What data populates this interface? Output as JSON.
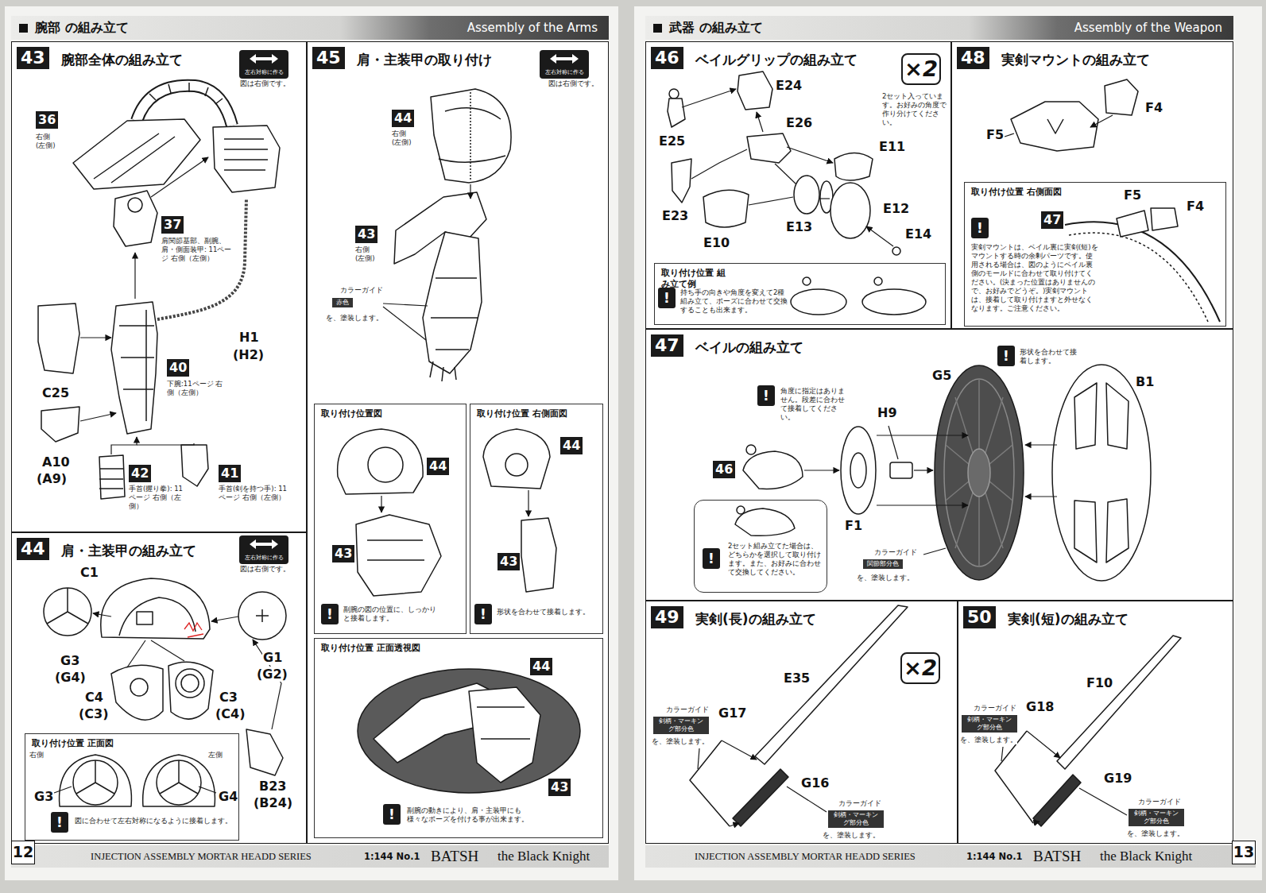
{
  "diagram": {
    "nodes": [
      {
        "text": [
          "腕部 の組み立て",
          "Assembly of the Arms"
        ]
      },
      {
        "text": [
          "43",
          "腕部全体の組み立て"
        ]
      },
      {
        "text": [
          "左右対称に作る"
        ],
        "in": 1
      },
      {
        "text": [
          "44",
          "肩・主装甲の組み立て"
        ]
      },
      {
        "text": [
          "左右対称に作る"
        ],
        "in": 3
      },
      {
        "text": [
          "取り付け位置 正面図"
        ],
        "in": 3
      },
      {
        "text": [
          "45",
          "肩・主装甲の取り付け"
        ]
      },
      {
        "text": [
          "左右対称に作る"
        ],
        "in": 6
      },
      {
        "text": [
          "取り付け位置図"
        ],
        "in": 6
      },
      {
        "text": [
          "取り付け位置 右側面図"
        ],
        "in": 6
      },
      {
        "text": [
          "取り付け位置 正面透視図"
        ],
        "in": 6
      },
      {
        "text": [
          "武器 の組み立て",
          "Assembly of the Weapon"
        ]
      },
      {
        "text": [
          "46",
          "ベイルグリップの組み立て"
        ]
      },
      {
        "text": [
          "×2"
        ],
        "in": 12
      },
      {
        "text": [
          "取り付け位置 組み立て例"
        ],
        "in": 12
      },
      {
        "text": [
          "48",
          "実剣マウントの組み立て"
        ]
      },
      {
        "text": [
          "取り付け位置 右側面図"
        ],
        "in": 15
      },
      {
        "text": [
          "47",
          "ベイルの組み立て"
        ]
      },
      {
        "text": [
          "2セット組み立てた場合は、どちらかを選択して取り付けます。また、お好みに合わせて交換してください。"
        ],
        "in": 17
      },
      {
        "text": [
          "49",
          "実剣(長)の組み立て"
        ]
      },
      {
        "text": [
          "×2"
        ],
        "in": 19
      },
      {
        "text": [
          "50",
          "実剣(短)の組み立て"
        ]
      },
      {
        "text": [
          "12",
          "INJECTION ASSEMBLY MORTAR HEADD SERIES",
          "1:144 No.1",
          "BATSH",
          "the Black Knight"
        ]
      },
      {
        "text": [
          "13",
          "INJECTION ASSEMBLY MORTAR HEADD SERIES",
          "1:144 No.1",
          "BATSH",
          "the Black Knight"
        ]
      }
    ],
    "labels": [
      "図は右側です。",
      "36",
      "右側 (左側)",
      "37",
      "肩関節基部、副腕、肩・側面装甲: 11ページ 右側（左側）",
      "40",
      "下腕:11ページ 右側（左側）",
      "H1",
      "(H2)",
      "C25",
      "A10",
      "(A9)",
      "42",
      "手首(握り拳): 11ページ 右側（左側）",
      "41",
      "手首(剣を持つ手): 11ページ 右側（左側）",
      "図は右側です。",
      "C1",
      "G3",
      "(G4)",
      "C4",
      "(C3)",
      "C3",
      "(C4)",
      "G1",
      "(G2)",
      "B23",
      "(B24)",
      "右側",
      "左側",
      "G3",
      "G4",
      "!",
      "図に合わせて左右対称になるように接着します。",
      "図は右側です。",
      "44",
      "右側 (左側)",
      "43",
      "右側 (左側)",
      "カラーガイド",
      "赤色",
      "を、塗装します。",
      "44",
      "43",
      "!",
      "副腕の図の位置に、しっかりと接着します。",
      "44",
      "43",
      "!",
      "形状を合わせて接着します。",
      "44",
      "43",
      "!",
      "副腕の動きにより、肩・主装甲にも様々なポーズを付ける事が出来ます。",
      "E24",
      "E26",
      "E25",
      "E11",
      "E23",
      "E10",
      "E13",
      "E12",
      "E14",
      "2セット入っています。お好みの角度で作り分けてください。",
      "!",
      "持ち手の向きや角度を変えて2種組み立て、ポーズに合わせて交換することも出来ます。",
      "F4",
      "F5",
      "F5",
      "F4",
      "47",
      "!",
      "実剣マウントは、ベイル裏に実剣(短)をマウントする時の余剰パーツです。使用される場合は、図のようにベイル裏側のモールドに合わせて取り付けてください。(決まった位置はありませんので、お好みでどうぞ。)実剣マウントは、接着して取り付けますと外せなくなります。ご注意ください。",
      "!",
      "形状を合わせて接着します。",
      "!",
      "角度に指定はありません。段差に合わせて接着してください。",
      "G5",
      "B1",
      "H9",
      "46",
      "F1",
      "カラーガイド",
      "関節部分色",
      "を、塗装します。",
      "!",
      "E35",
      "カラーガイド",
      "剣柄・マーキング部分色",
      "を、塗装します。",
      "G17",
      "G16",
      "カラーガイド",
      "剣柄・マーキング部分色",
      "を、塗装します。",
      "F10",
      "カラーガイド",
      "剣柄・マーキング部分色",
      "を、塗装します。",
      "G18",
      "G19",
      "カラーガイド",
      "剣柄・マーキング部分色",
      "を、塗装します。"
    ]
  }
}
